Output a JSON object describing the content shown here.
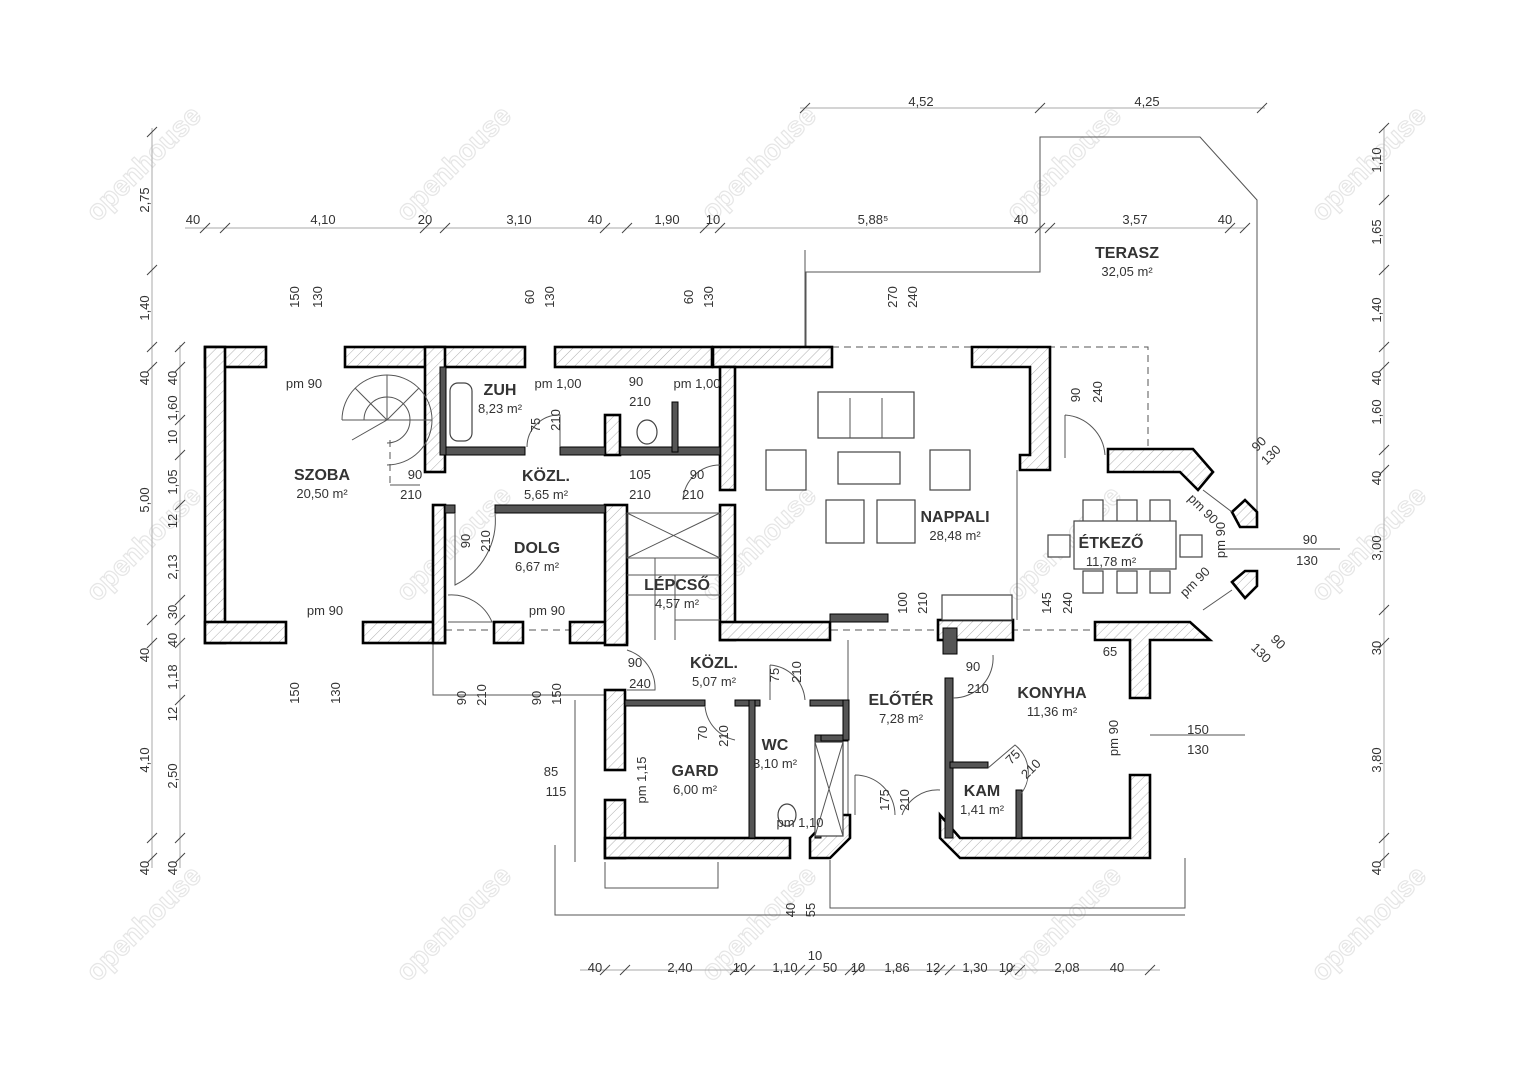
{
  "watermark": "openhouse",
  "rooms": [
    {
      "name": "SZOBA",
      "area": "20,50 m²"
    },
    {
      "name": "ZUH",
      "area": "8,23 m²"
    },
    {
      "name": "KÖZL.",
      "area": "5,65 m²"
    },
    {
      "name": "DOLG",
      "area": "6,67 m²"
    },
    {
      "name": "LÉPCSŐ",
      "area": "4,57 m²"
    },
    {
      "name": "NAPPALI",
      "area": "28,48 m²"
    },
    {
      "name": "ÉTKEZŐ",
      "area": "11,78 m²"
    },
    {
      "name": "TERASZ",
      "area": "32,05 m²"
    },
    {
      "name": "KÖZL.",
      "area": "5,07 m²"
    },
    {
      "name": "ELŐTÉR",
      "area": "7,28 m²"
    },
    {
      "name": "KONYHA",
      "area": "11,36 m²"
    },
    {
      "name": "GARD",
      "area": "6,00 m²"
    },
    {
      "name": "WC",
      "area": "3,10 m²"
    },
    {
      "name": "KAM",
      "area": "1,41 m²"
    }
  ],
  "dims": {
    "top": [
      "40",
      "4,10",
      "20",
      "3,10",
      "40",
      "1,90",
      "10",
      "5,88⁵",
      "40",
      "3,57",
      "40"
    ],
    "terrace": [
      "4,52",
      "4,25"
    ],
    "bottom": [
      "40",
      "2,40",
      "10",
      "1,10",
      "10",
      "50",
      "10",
      "1,86",
      "12",
      "1,30",
      "10",
      "2,08",
      "40"
    ],
    "left_outer": [
      "2,75",
      "1,40",
      "40",
      "5,00",
      "40",
      "4,10",
      "40"
    ],
    "left_inner": [
      "40",
      "1,60",
      "10",
      "1,05",
      "12",
      "2,13",
      "30",
      "40",
      "1,18",
      "12",
      "2,50",
      "40"
    ],
    "right": [
      "1,10",
      "1,65",
      "1,40",
      "40",
      "1,60",
      "40",
      "3,00",
      "30",
      "3,80",
      "40"
    ]
  },
  "openings": {
    "vertical": [
      "150",
      "130",
      "60",
      "130",
      "60",
      "130",
      "270",
      "240",
      "90",
      "240",
      "75",
      "210",
      "90",
      "210",
      "100",
      "210",
      "145",
      "240",
      "90",
      "210",
      "90",
      "150",
      "150",
      "130",
      "75",
      "210",
      "70",
      "210",
      "175",
      "210",
      "40",
      "55",
      "pm 1,15",
      "pm 90",
      "pm 90"
    ],
    "horizontal": [
      "pm 90",
      "pm 90",
      "pm 90",
      "pm 1,00",
      "pm 1,00",
      "90",
      "210",
      "90",
      "210",
      "105",
      "210",
      "90",
      "210",
      "90",
      "240",
      "90",
      "210",
      "65",
      "150",
      "130",
      "90",
      "130",
      "85",
      "115",
      "pm 1,10"
    ],
    "diagonal": [
      "pm 90",
      "pm 90",
      "90",
      "130",
      "90",
      "130",
      "75",
      "210"
    ]
  }
}
